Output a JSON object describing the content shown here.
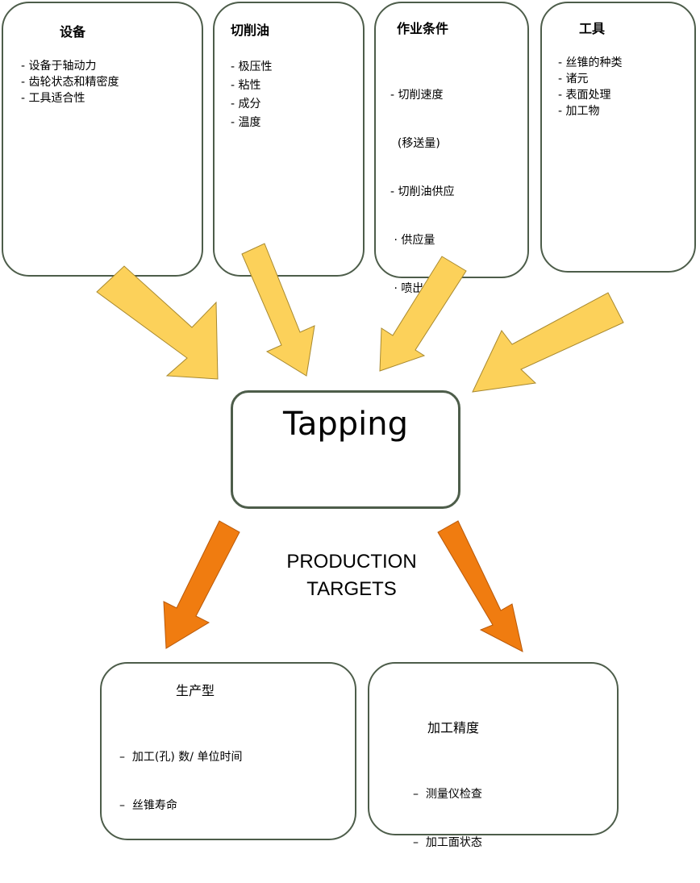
{
  "colors": {
    "box_border": "#4d5d4a",
    "input_arrow_fill": "#fcd15a",
    "input_arrow_stroke": "#a8892f",
    "output_arrow_fill": "#f07c10",
    "output_arrow_stroke": "#b8590a"
  },
  "boxes": [
    {
      "title": "设备",
      "items": [
        "- 设备于轴动力",
        "- 齿轮状态和精密度",
        "- 工具适合性"
      ]
    },
    {
      "title": "切削油",
      "items": [
        "- 极压性",
        "- 粘性",
        "- 成分",
        "- 温度"
      ]
    },
    {
      "title": "作业条件",
      "items": [
        "- 切削速度",
        "  (移送量)",
        "- 切削油供应",
        " · 供应量",
        " · 喷出压力"
      ]
    },
    {
      "title": "工具",
      "items": [
        "- 丝锥的种类",
        "- 诸元",
        "- 表面处理",
        "- 加工物"
      ]
    }
  ],
  "center": {
    "title": "Tapping"
  },
  "production": {
    "line1": "PRODUCTION",
    "line2": "TARGETS"
  },
  "outputs": [
    {
      "title": "生产型",
      "items": [
        "–  加工(孔) 数/ 单位时间",
        "–  丝锥寿命"
      ]
    },
    {
      "title": "加工精度",
      "items": [
        "–  测量仪检查",
        "–  加工面状态"
      ]
    }
  ]
}
